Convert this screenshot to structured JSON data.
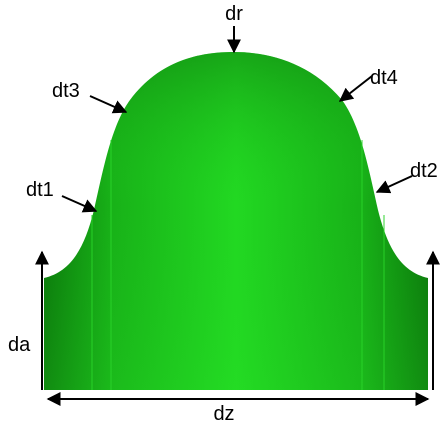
{
  "labels": {
    "top": "dr",
    "upper_left": "dt3",
    "upper_right": "dt4",
    "lower_left": "dt1",
    "lower_right": "dt2",
    "height": "da",
    "width": "dz"
  },
  "colors": {
    "shape_light": "#2ee62e",
    "shape_mid": "#16b816",
    "shape_dark": "#0a6a0a",
    "arrow": "#000000"
  }
}
